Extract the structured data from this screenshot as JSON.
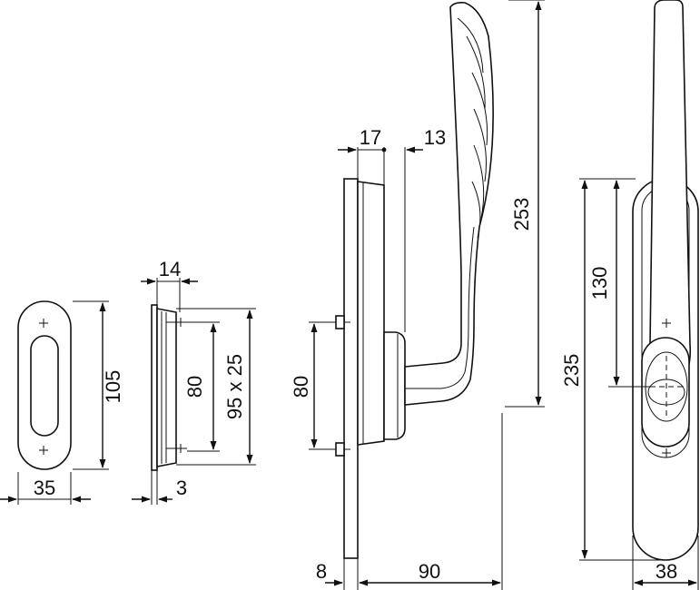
{
  "dimensions": {
    "rosette_height": "105",
    "rosette_width": "35",
    "rosette_depth": "14",
    "rosette_plate": "3",
    "rosette_hole_spacing": "80",
    "rosette_overall": "95 x 25",
    "side_hole_spacing": "80",
    "side_offset_a": "17",
    "side_offset_b": "13",
    "handle_height": "253",
    "side_plate": "8",
    "handle_projection": "90",
    "front_height": "235",
    "front_hole_to_tip": "130",
    "front_width": "38"
  }
}
